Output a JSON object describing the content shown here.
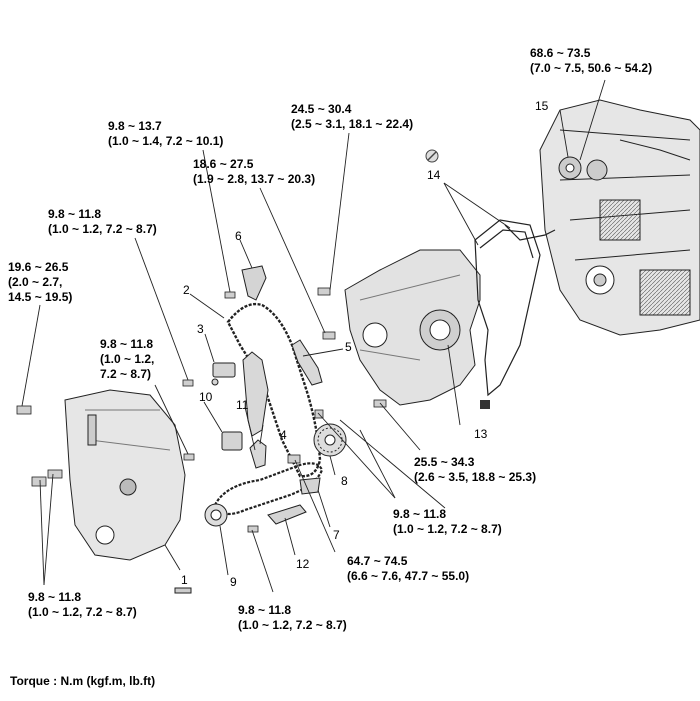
{
  "torque_labels": {
    "t_top_right": "68.6 ~ 73.5\n(7.0 ~ 7.5, 50.6 ~ 54.2)",
    "t_top_mid": "24.5 ~ 30.4\n(2.5 ~ 3.1, 18.1 ~ 22.4)",
    "t_top_left": "9.8 ~ 13.7\n(1.0 ~ 1.4, 7.2 ~ 10.1)",
    "t_mid": "18.6 ~ 27.5\n(1.9 ~ 2.8, 13.7 ~ 20.3)",
    "t_left_upper": "9.8 ~ 11.8\n(1.0 ~ 1.2, 7.2 ~ 8.7)",
    "t_far_left": "19.6 ~ 26.5\n(2.0 ~ 2.7,\n14.5 ~ 19.5)",
    "t_left_mid": "9.8 ~ 11.8\n(1.0 ~ 1.2,\n7.2 ~ 8.7)",
    "t_right_mid": "25.5 ~ 34.3\n(2.6 ~ 3.5, 18.8 ~ 25.3)",
    "t_right_lower": "9.8 ~ 11.8\n(1.0 ~ 1.2, 7.2 ~ 8.7)",
    "t_center_lower": "64.7 ~ 74.5\n(6.6 ~ 7.6, 47.7 ~ 55.0)",
    "t_bottom_center": "9.8 ~ 11.8\n(1.0 ~ 1.2, 7.2 ~ 8.7)",
    "t_bottom_left": "9.8 ~ 11.8\n(1.0 ~ 1.2, 7.2 ~ 8.7)"
  },
  "part_numbers": {
    "p1": "1",
    "p2": "2",
    "p3": "3",
    "p4": "4",
    "p5": "5",
    "p6": "6",
    "p7": "7",
    "p8": "8",
    "p9": "9",
    "p10": "10",
    "p11": "11",
    "p12": "12",
    "p13": "13",
    "p14": "14",
    "p15": "15"
  },
  "footer": "Torque : N.m (kgf.m, lb.ft)",
  "icons": {
    "no_reuse": "prohibition-icon"
  }
}
